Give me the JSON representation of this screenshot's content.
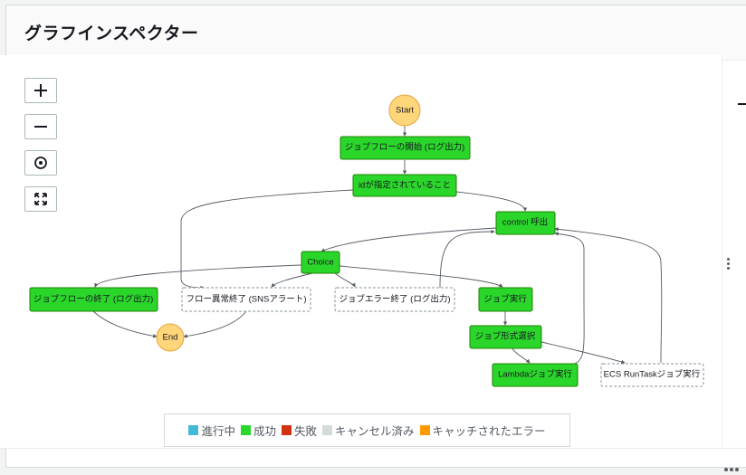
{
  "panel": {
    "title": "グラフインスペクター"
  },
  "zoom_controls": [
    {
      "name": "zoom-in-button",
      "icon": "plus-icon"
    },
    {
      "name": "zoom-out-button",
      "icon": "minus-icon"
    },
    {
      "name": "center-button",
      "icon": "center-target-icon"
    },
    {
      "name": "fit-to-screen-button",
      "icon": "expand-icon"
    }
  ],
  "graph": {
    "start": "Start",
    "end": "End",
    "nodes": {
      "log_start": "ジョブフローの開始 (ログ出力)",
      "id_check": "idが指定されていること",
      "control": "control 呼出",
      "choice": "Choice",
      "log_end": "ジョブフローの終了 (ログ出力)",
      "flow_error": "フロー異常終了 (SNSアラート)",
      "job_error": "ジョブエラー終了 (ログ出力)",
      "job_exec": "ジョブ実行",
      "job_type": "ジョブ形式選択",
      "lambda_job": "Lambdaジョブ実行",
      "ecs_job": "ECS RunTaskジョブ実行"
    }
  },
  "legend": [
    {
      "label": "進行中",
      "color": "#44b9d6"
    },
    {
      "label": "成功",
      "color": "#2bd62b"
    },
    {
      "label": "失敗",
      "color": "#d13212"
    },
    {
      "label": "キャンセル済み",
      "color": "#d5dbdb"
    },
    {
      "label": "キャッチされたエラー",
      "color": "#ff9900"
    }
  ]
}
